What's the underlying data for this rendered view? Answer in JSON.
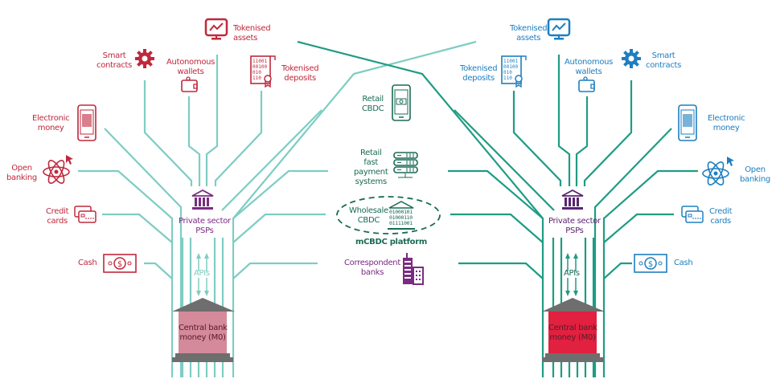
{
  "colors": {
    "left_accent": "#C0283C",
    "right_accent": "#1E7EC0",
    "center_accent": "#1A6B55",
    "psp_purple": "#7B2B82",
    "left_lines": "#7ECDC3",
    "right_lines": "#1F9C84",
    "left_bank_fill": "#D48A9A",
    "right_bank_fill": "#E2203F",
    "bank_roof": "#6E6E6E"
  },
  "left": {
    "tokenised_assets": "Tokenised\nassets",
    "smart_contracts": "Smart\ncontracts",
    "autonomous_wallets": "Autonomous\nwallets",
    "tokenised_deposits": "Tokenised\ndeposits",
    "electronic_money": "Electronic\nmoney",
    "open_banking": "Open\nbanking",
    "credit_cards": "Credit\ncards",
    "cash": "Cash",
    "psp_label": "Private sector\nPSPs",
    "apis": "APIs",
    "central_bank": "Central bank\nmoney (M0)"
  },
  "right": {
    "tokenised_assets": "Tokenised\nassets",
    "smart_contracts": "Smart\ncontracts",
    "autonomous_wallets": "Autonomous\nwallets",
    "tokenised_deposits": "Tokenised\ndeposits",
    "electronic_money": "Electronic\nmoney",
    "open_banking": "Open\nbanking",
    "credit_cards": "Credit\ncards",
    "cash": "Cash",
    "psp_label": "Private sector\nPSPs",
    "apis": "APIs",
    "central_bank": "Central bank\nmoney (M0)"
  },
  "center": {
    "retail_cbdc": "Retail\nCBDC",
    "retail_fps": "Retail\nfast\npayment\nsystems",
    "wholesale_cbdc": "Wholesale\nCBDC",
    "wholesale_bits": "01000101\n01000110\n01111001",
    "mcbdc_platform": "mCBDC platform",
    "correspondent_banks": "Correspondent\nbanks"
  },
  "deposits_bits": "11001\n00100\n010\n110"
}
